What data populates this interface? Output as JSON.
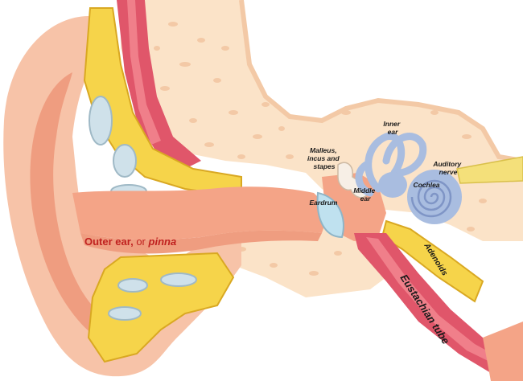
{
  "labels": {
    "outer_ear": "Outer ear,",
    "outer_ear_alt": "or",
    "pinna": "pinna",
    "malleus_line1": "Malleus,",
    "malleus_line2": "incus and",
    "malleus_line3": "stapes",
    "inner_ear_line1": "Inner",
    "inner_ear_line2": "ear",
    "auditory_line1": "Auditory",
    "auditory_line2": "nerve",
    "middle_ear_line1": "Middle",
    "middle_ear_line2": "ear",
    "cochlea": "Cochlea",
    "eardrum": "Eardrum",
    "adenoids": "Adenoids",
    "eustachian_tube": "Eustachian tube"
  },
  "colors": {
    "skin": "#f7c3a8",
    "skin_dark": "#ef9d80",
    "canal": "#f4a487",
    "bone": "#fbe3c8",
    "bone_spots": "#f3c9a6",
    "fat": "#f6d44a",
    "fat_outline": "#d9a822",
    "cartilage": "#cfe1ea",
    "cochlea": "#a9bde0",
    "cochlea_dark": "#7f95c6",
    "muscle": "#e0566a",
    "muscle_light": "#f07f8a",
    "eardrum": "#bfe1ef",
    "label_red": "#c0211f",
    "text": "#1a1a1a"
  }
}
